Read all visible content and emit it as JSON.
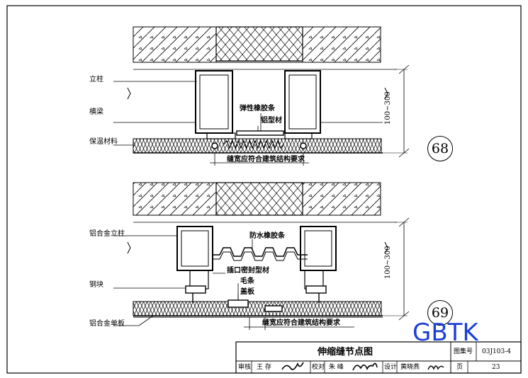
{
  "detail68": {
    "number": "68",
    "labels": {
      "column": "立柱",
      "beam": "横梁",
      "insulation": "保温材料",
      "elastic_strip": "弹性橡胶条",
      "aluminum_profile": "铝型材",
      "joint_note": "缝宽应符合建筑结构要求",
      "dimension": "100~300"
    }
  },
  "detail69": {
    "number": "69",
    "labels": {
      "alloy_column": "铝合金立柱",
      "bracket": "钢块",
      "alloy_panel": "铝合金单板",
      "waterproof_strip": "防水橡胶条",
      "insert_profile": "插口密封型材",
      "brush_strip": "毛条",
      "baffle": "盖板",
      "joint_note": "缝宽应符合建筑结构要求",
      "dimension": "100~300"
    }
  },
  "title_block": {
    "title": "伸缩缝节点图",
    "atlas_label": "图集号",
    "atlas_number": "03J103-4",
    "review_label": "审核",
    "reviewer": "王  存",
    "check_label": "校对",
    "checker": "朱  峰",
    "design_label": "设计",
    "designer": "黄晓燕",
    "page_label": "页",
    "page_number": "23"
  },
  "watermark": "GBTK",
  "colors": {
    "ink": "#000000",
    "watermark": "#1a3fd6"
  }
}
